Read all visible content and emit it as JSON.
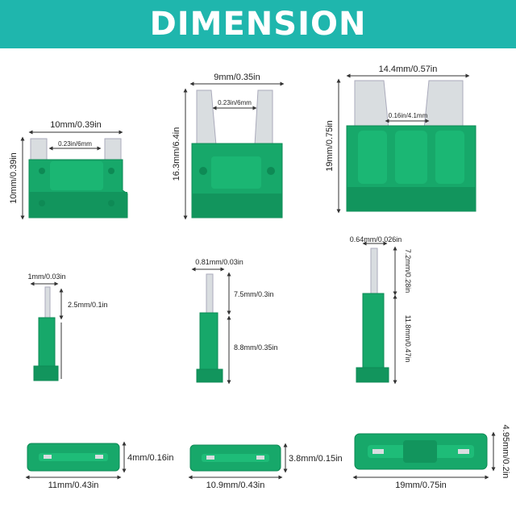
{
  "title": "DIMENSION",
  "colors": {
    "banner": "#1fb6ad",
    "fuse_green": "#17a86a",
    "fuse_dark": "#0e8a55",
    "metal": "#d9dde0",
    "line": "#333333"
  },
  "row1": {
    "mini": {
      "width": "10mm/0.39in",
      "height": "10mm/0.39in",
      "gap": "0.23in/6mm"
    },
    "standard": {
      "width": "9mm/0.35in",
      "height": "16.3mm/6.4in",
      "gap": "0.23in/6mm"
    },
    "maxi": {
      "width": "14.4mm/0.57in",
      "height": "19mm/0.75in",
      "gap": "0.16in/4.1mm"
    }
  },
  "row2": {
    "mini": {
      "thickness": "1mm/0.03in",
      "blade": "2.5mm/0.1in"
    },
    "standard": {
      "thickness": "0.81mm/0.03in",
      "blade": "7.5mm/0.3in",
      "body": "8.8mm/0.35in"
    },
    "maxi": {
      "thickness": "0.64mm/0.026in",
      "blade": "7.2mm/0.28in",
      "body": "11.8mm/0.47in"
    }
  },
  "row3": {
    "mini": {
      "width": "11mm/0.43in",
      "height": "4mm/0.16in"
    },
    "standard": {
      "width": "10.9mm/0.43in",
      "height": "3.8mm/0.15in"
    },
    "maxi": {
      "width": "19mm/0.75in",
      "height": "4.95mm/0.2in"
    }
  }
}
